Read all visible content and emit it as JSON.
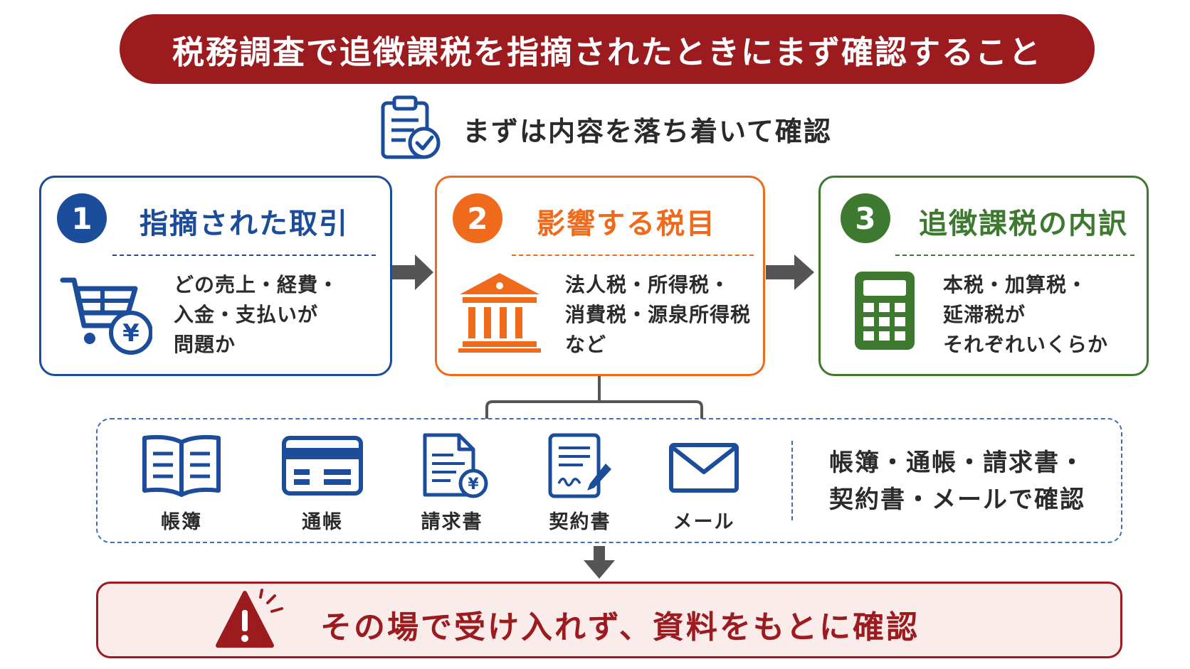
{
  "title": "税務調査で追徴課税を指摘されたときにまず確認すること",
  "subtitle": "まずは内容を落ち着いて確認",
  "cards": [
    {
      "number": "1",
      "title": "指摘された取引",
      "lines": [
        "どの売上・経費・",
        "入金・支払いが",
        "問題か"
      ],
      "icon": "shopping-cart-yen-icon",
      "color": "#1b4d9a"
    },
    {
      "number": "2",
      "title": "影響する税目",
      "lines": [
        "法人税・所得税・",
        "消費税・源泉所得税",
        "など"
      ],
      "icon": "government-building-icon",
      "color": "#ef6a1a"
    },
    {
      "number": "3",
      "title": "追徴課税の内訳",
      "lines": [
        "本税・加算税・",
        "延滞税が",
        "それぞれいくらか"
      ],
      "icon": "calculator-icon",
      "color": "#3d7a2f"
    }
  ],
  "documents": [
    {
      "label": "帳簿",
      "icon": "book-icon"
    },
    {
      "label": "通帳",
      "icon": "bankbook-card-icon"
    },
    {
      "label": "請求書",
      "icon": "invoice-yen-icon"
    },
    {
      "label": "契約書",
      "icon": "contract-signature-icon"
    },
    {
      "label": "メール",
      "icon": "envelope-icon"
    }
  ],
  "documents_summary": [
    "帳簿・通帳・請求書・",
    "契約書・メールで確認"
  ],
  "warning": "その場で受け入れず、資料をもとに確認",
  "colors": {
    "title_bg": "#9b1b1e",
    "blue": "#1b4d9a",
    "orange": "#ef6a1a",
    "green": "#3d7a2f",
    "warn_bg": "#fbecec",
    "arrow": "#555555"
  }
}
